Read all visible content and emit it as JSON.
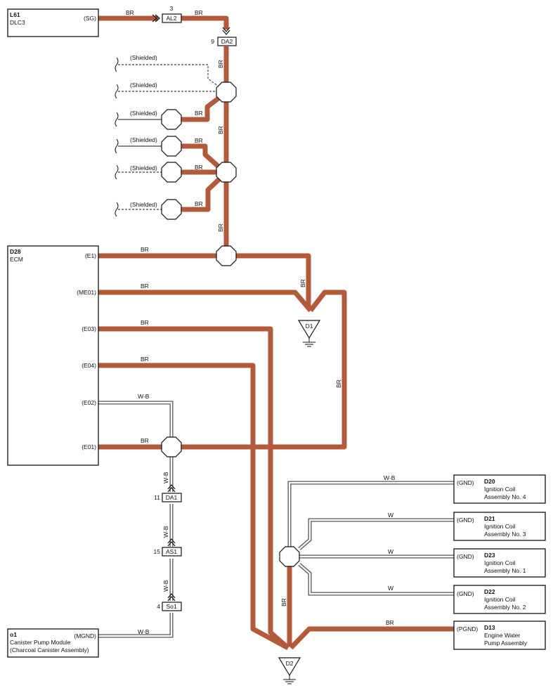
{
  "colors": {
    "wire_br": "#b25a3a",
    "wire_outline": "#555555",
    "line": "#111111"
  },
  "components": {
    "dlc3": {
      "code": "L61",
      "name": "DLC3",
      "pin": "(SG)"
    },
    "ecm": {
      "code": "D28",
      "name": "ECM",
      "pins": {
        "e1": "(E1)",
        "me01": "(ME01)",
        "e03": "(E03)",
        "e04": "(E04)",
        "e02": "(E02)",
        "e01": "(E01)"
      }
    },
    "canister": {
      "code": "o1",
      "line1": "Canister Pump Module",
      "line2": "(Charcoal Canister Assembly)",
      "pin": "(MGND)"
    },
    "d20": {
      "code": "D20",
      "line1": "Ignition Coil",
      "line2": "Assembly No.  4",
      "pin": "(GND)"
    },
    "d21": {
      "code": "D21",
      "line1": "Ignition Coil",
      "line2": "Assembly No.  3",
      "pin": "(GND)"
    },
    "d23": {
      "code": "D23",
      "line1": "Ignition Coil",
      "line2": "Assembly No.  1",
      "pin": "(GND)"
    },
    "d22": {
      "code": "D22",
      "line1": "Ignition Coil",
      "line2": "Assembly No.  2",
      "pin": "(GND)"
    },
    "d13": {
      "code": "D13",
      "line1": "Engine Water",
      "line2": "Pump Assembly",
      "pin": "(PGND)"
    }
  },
  "connectors": {
    "al2": {
      "name": "AL2",
      "pin": "3"
    },
    "da2": {
      "name": "DA2",
      "pin": "9"
    },
    "da1": {
      "name": "DA1",
      "pin": "11"
    },
    "as1": {
      "name": "AS1",
      "pin": "15"
    },
    "so1": {
      "name": "So1",
      "pin": "4"
    }
  },
  "grounds": {
    "d1": "D1",
    "d2": "D2"
  },
  "shielded_label": "(Shielded)",
  "wire_labels": {
    "br": "BR",
    "wb": "W-B",
    "w": "W"
  }
}
